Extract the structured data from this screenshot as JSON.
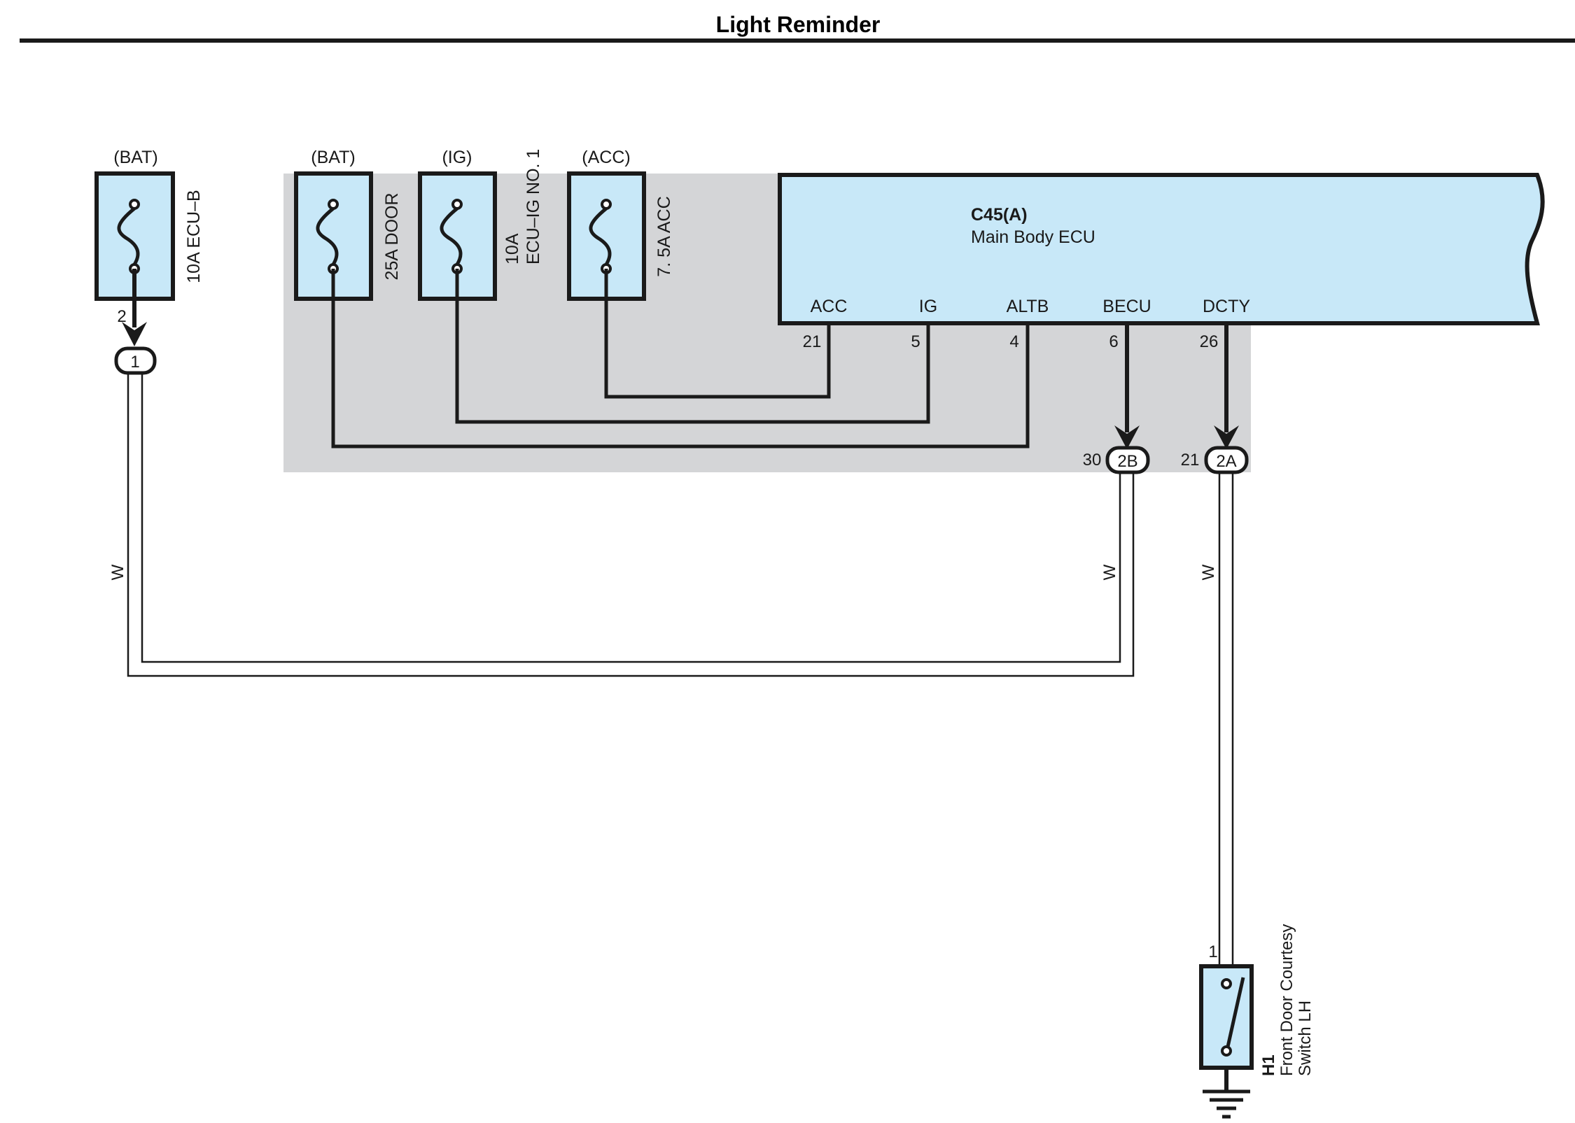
{
  "title": "Light Reminder",
  "colors": {
    "component_fill": "#c8e8f8",
    "shaded_area": "#d4d5d7",
    "line": "#1a1a1a"
  },
  "fuses": [
    {
      "source": "(BAT)",
      "name": "10A ECU–B",
      "pin": "2",
      "connector": "1"
    },
    {
      "source": "(BAT)",
      "name": "25A DOOR"
    },
    {
      "source": "(IG)",
      "name_line1": "10A",
      "name_line2": "ECU–IG NO. 1"
    },
    {
      "source": "(ACC)",
      "name": "7. 5A ACC"
    }
  ],
  "ecu": {
    "code": "C45(A)",
    "name": "Main Body ECU",
    "terminals": [
      {
        "label": "ACC",
        "pin": "21"
      },
      {
        "label": "IG",
        "pin": "5"
      },
      {
        "label": "ALTB",
        "pin": "4"
      },
      {
        "label": "BECU",
        "pin": "6"
      },
      {
        "label": "DCTY",
        "pin": "26"
      }
    ]
  },
  "connectors": [
    {
      "id": "2B",
      "pin": "30"
    },
    {
      "id": "2A",
      "pin": "21"
    }
  ],
  "wire_colors": [
    "W",
    "W",
    "W"
  ],
  "switch": {
    "code": "H1",
    "name_line1": "Front Door Courtesy",
    "name_line2": "Switch LH",
    "pin": "1"
  }
}
